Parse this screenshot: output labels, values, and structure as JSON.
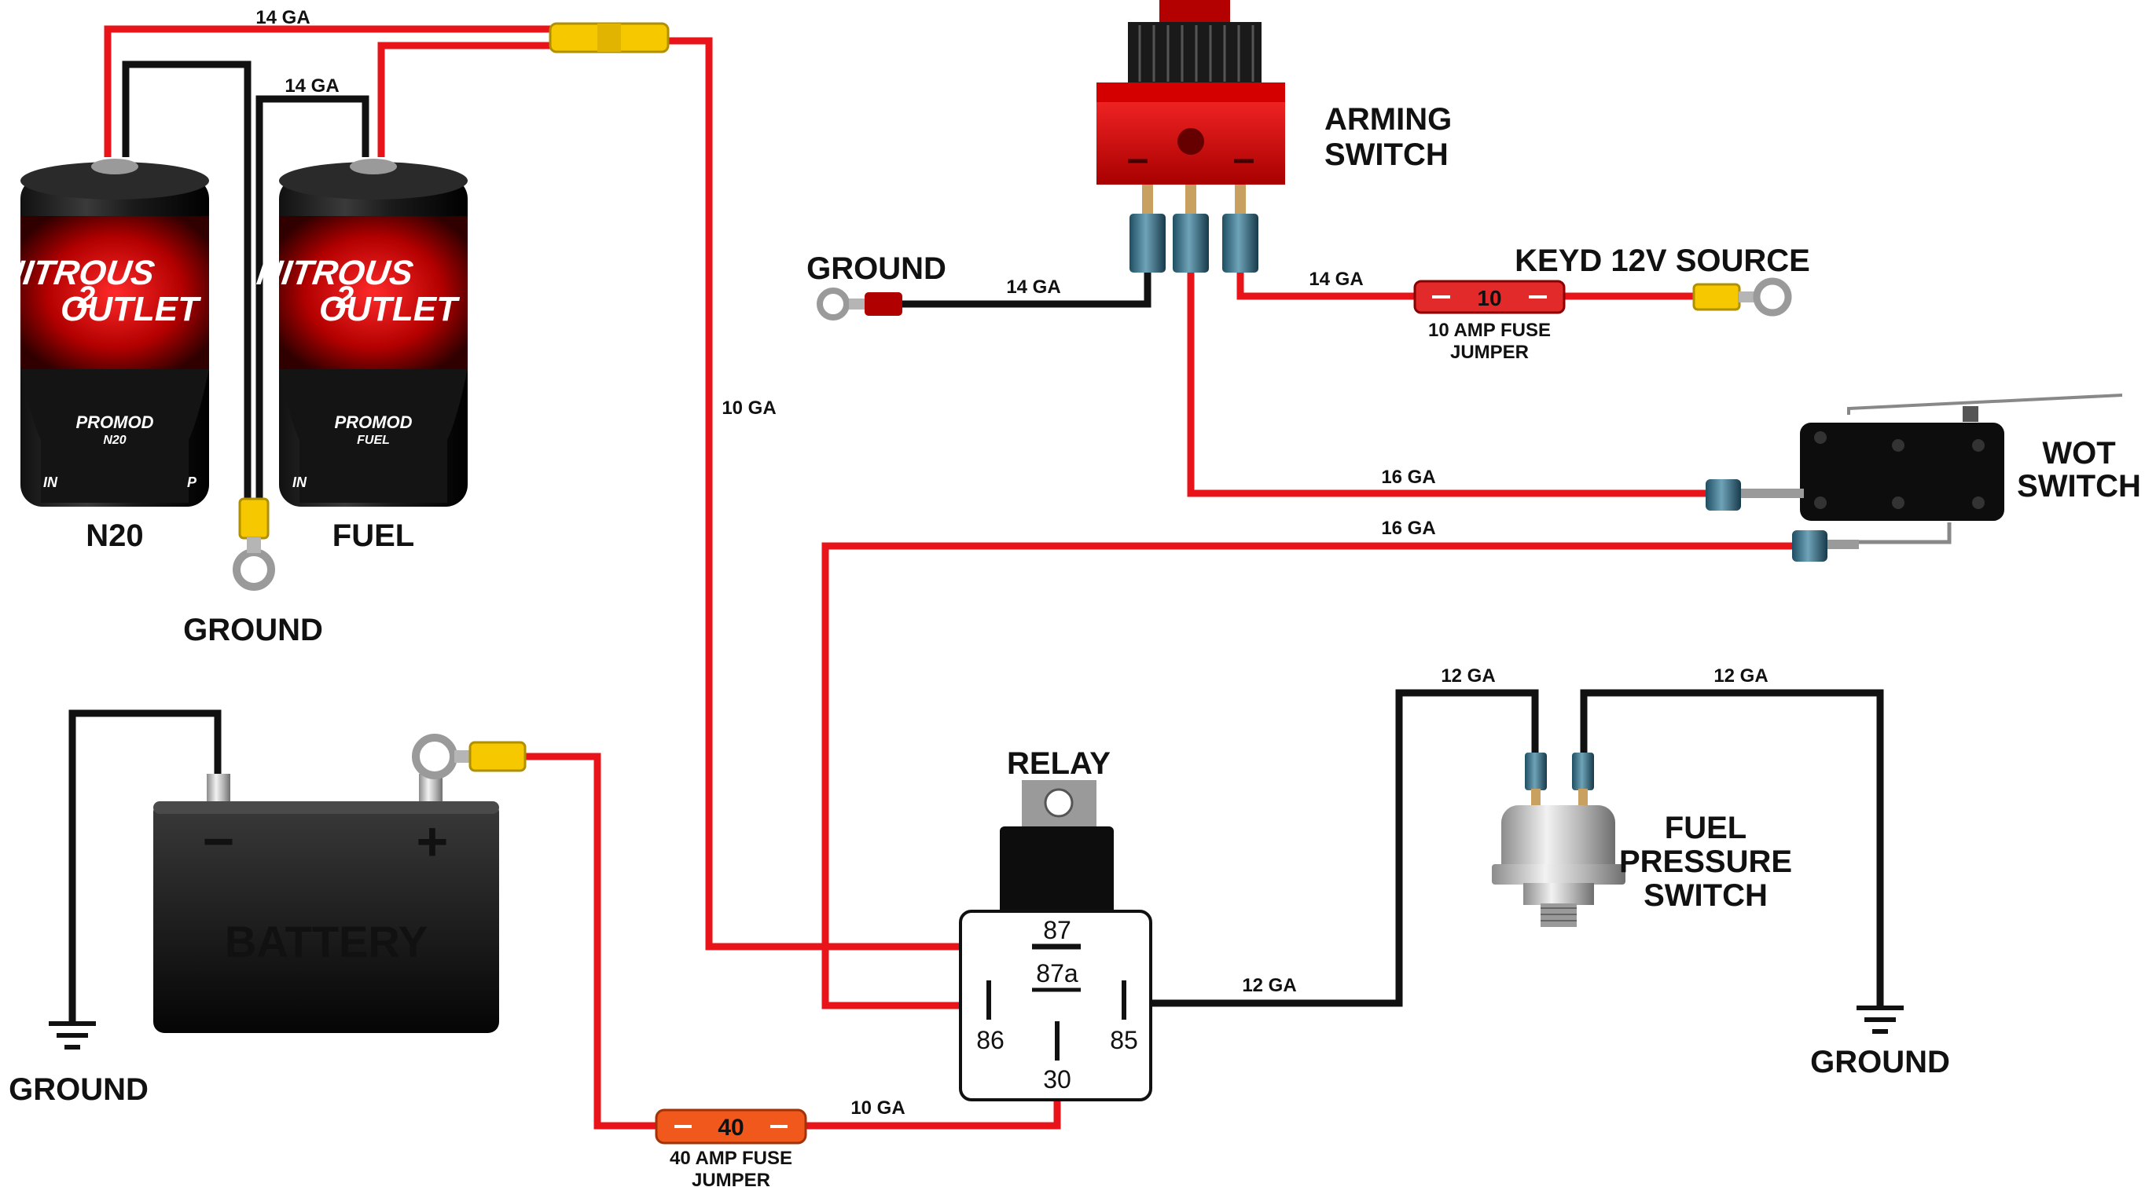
{
  "diagram": {
    "colors": {
      "hot_wire": "#e8141a",
      "ground_wire": "#111111",
      "connector_yellow": "#f5c800",
      "fuse_red": "#e32a2a",
      "fuse_orange": "#f0591b"
    },
    "solenoids": {
      "n2o": {
        "label": "N20",
        "brand_top": "NITROUS",
        "brand_bottom": "OUTLET",
        "brand_mid": "2",
        "series": "PROMOD",
        "sub": "N20",
        "port_in": "IN",
        "port_out": "P"
      },
      "fuel": {
        "label": "FUEL",
        "brand_top": "NITROUS",
        "brand_bottom": "OUTLET",
        "brand_mid": "2",
        "series": "PROMOD",
        "sub": "FUEL",
        "port_in": "IN"
      }
    },
    "labels": {
      "ground_solenoid": "GROUND",
      "ground_battery": "GROUND",
      "ground_arming": "GROUND",
      "ground_pressure": "GROUND",
      "battery": "BATTERY",
      "battery_minus": "−",
      "battery_plus": "+",
      "relay": "RELAY",
      "arming_switch_line1": "ARMING",
      "arming_switch_line2": "SWITCH",
      "keyed_source": "KEYD 12V SOURCE",
      "wot_line1": "WOT",
      "wot_line2": "SWITCH",
      "fuel_pressure_line1": "FUEL",
      "fuel_pressure_line2": "PRESSURE",
      "fuel_pressure_line3": "SWITCH"
    },
    "fuses": {
      "arming": {
        "value": "10",
        "caption_line1": "10 AMP FUSE",
        "caption_line2": "JUMPER"
      },
      "battery": {
        "value": "40",
        "caption_line1": "40 AMP FUSE",
        "caption_line2": "JUMPER"
      }
    },
    "relay_pins": {
      "p87": "87",
      "p87a": "87a",
      "p86": "86",
      "p85": "85",
      "p30": "30"
    },
    "gauges": {
      "top_red": "14 GA",
      "top_black": "14 GA",
      "arming_ground": "14 GA",
      "arming_source": "14 GA",
      "feed_87": "10 GA",
      "wot_in": "16 GA",
      "wot_out": "16 GA",
      "pressure_left": "12 GA",
      "pressure_right": "12 GA",
      "relay_85": "12 GA",
      "battery_feed": "10 GA"
    }
  }
}
